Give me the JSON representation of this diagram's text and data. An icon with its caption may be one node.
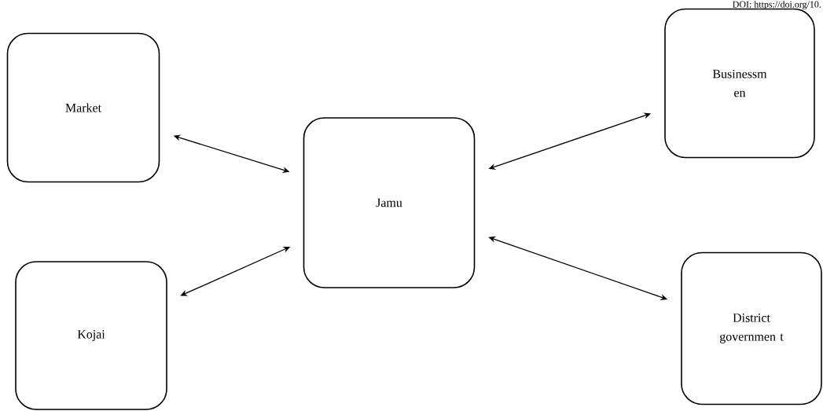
{
  "diagram": {
    "nodes": [
      {
        "text": [
          "Market"
        ]
      },
      {
        "text": [
          "Jamu"
        ]
      },
      {
        "text": [
          "Businessm en"
        ]
      },
      {
        "text": [
          "Kojai"
        ]
      },
      {
        "text": [
          "District governmen t"
        ]
      }
    ],
    "edges": [
      {
        "from": 0,
        "to": 1,
        "arrow": "both"
      },
      {
        "from": 1,
        "to": 2,
        "arrow": "both"
      },
      {
        "from": 3,
        "to": 1,
        "arrow": "both"
      },
      {
        "from": 1,
        "to": 4,
        "arrow": "both"
      }
    ],
    "labels": [
      "DOI: https://doi.org/10."
    ]
  }
}
